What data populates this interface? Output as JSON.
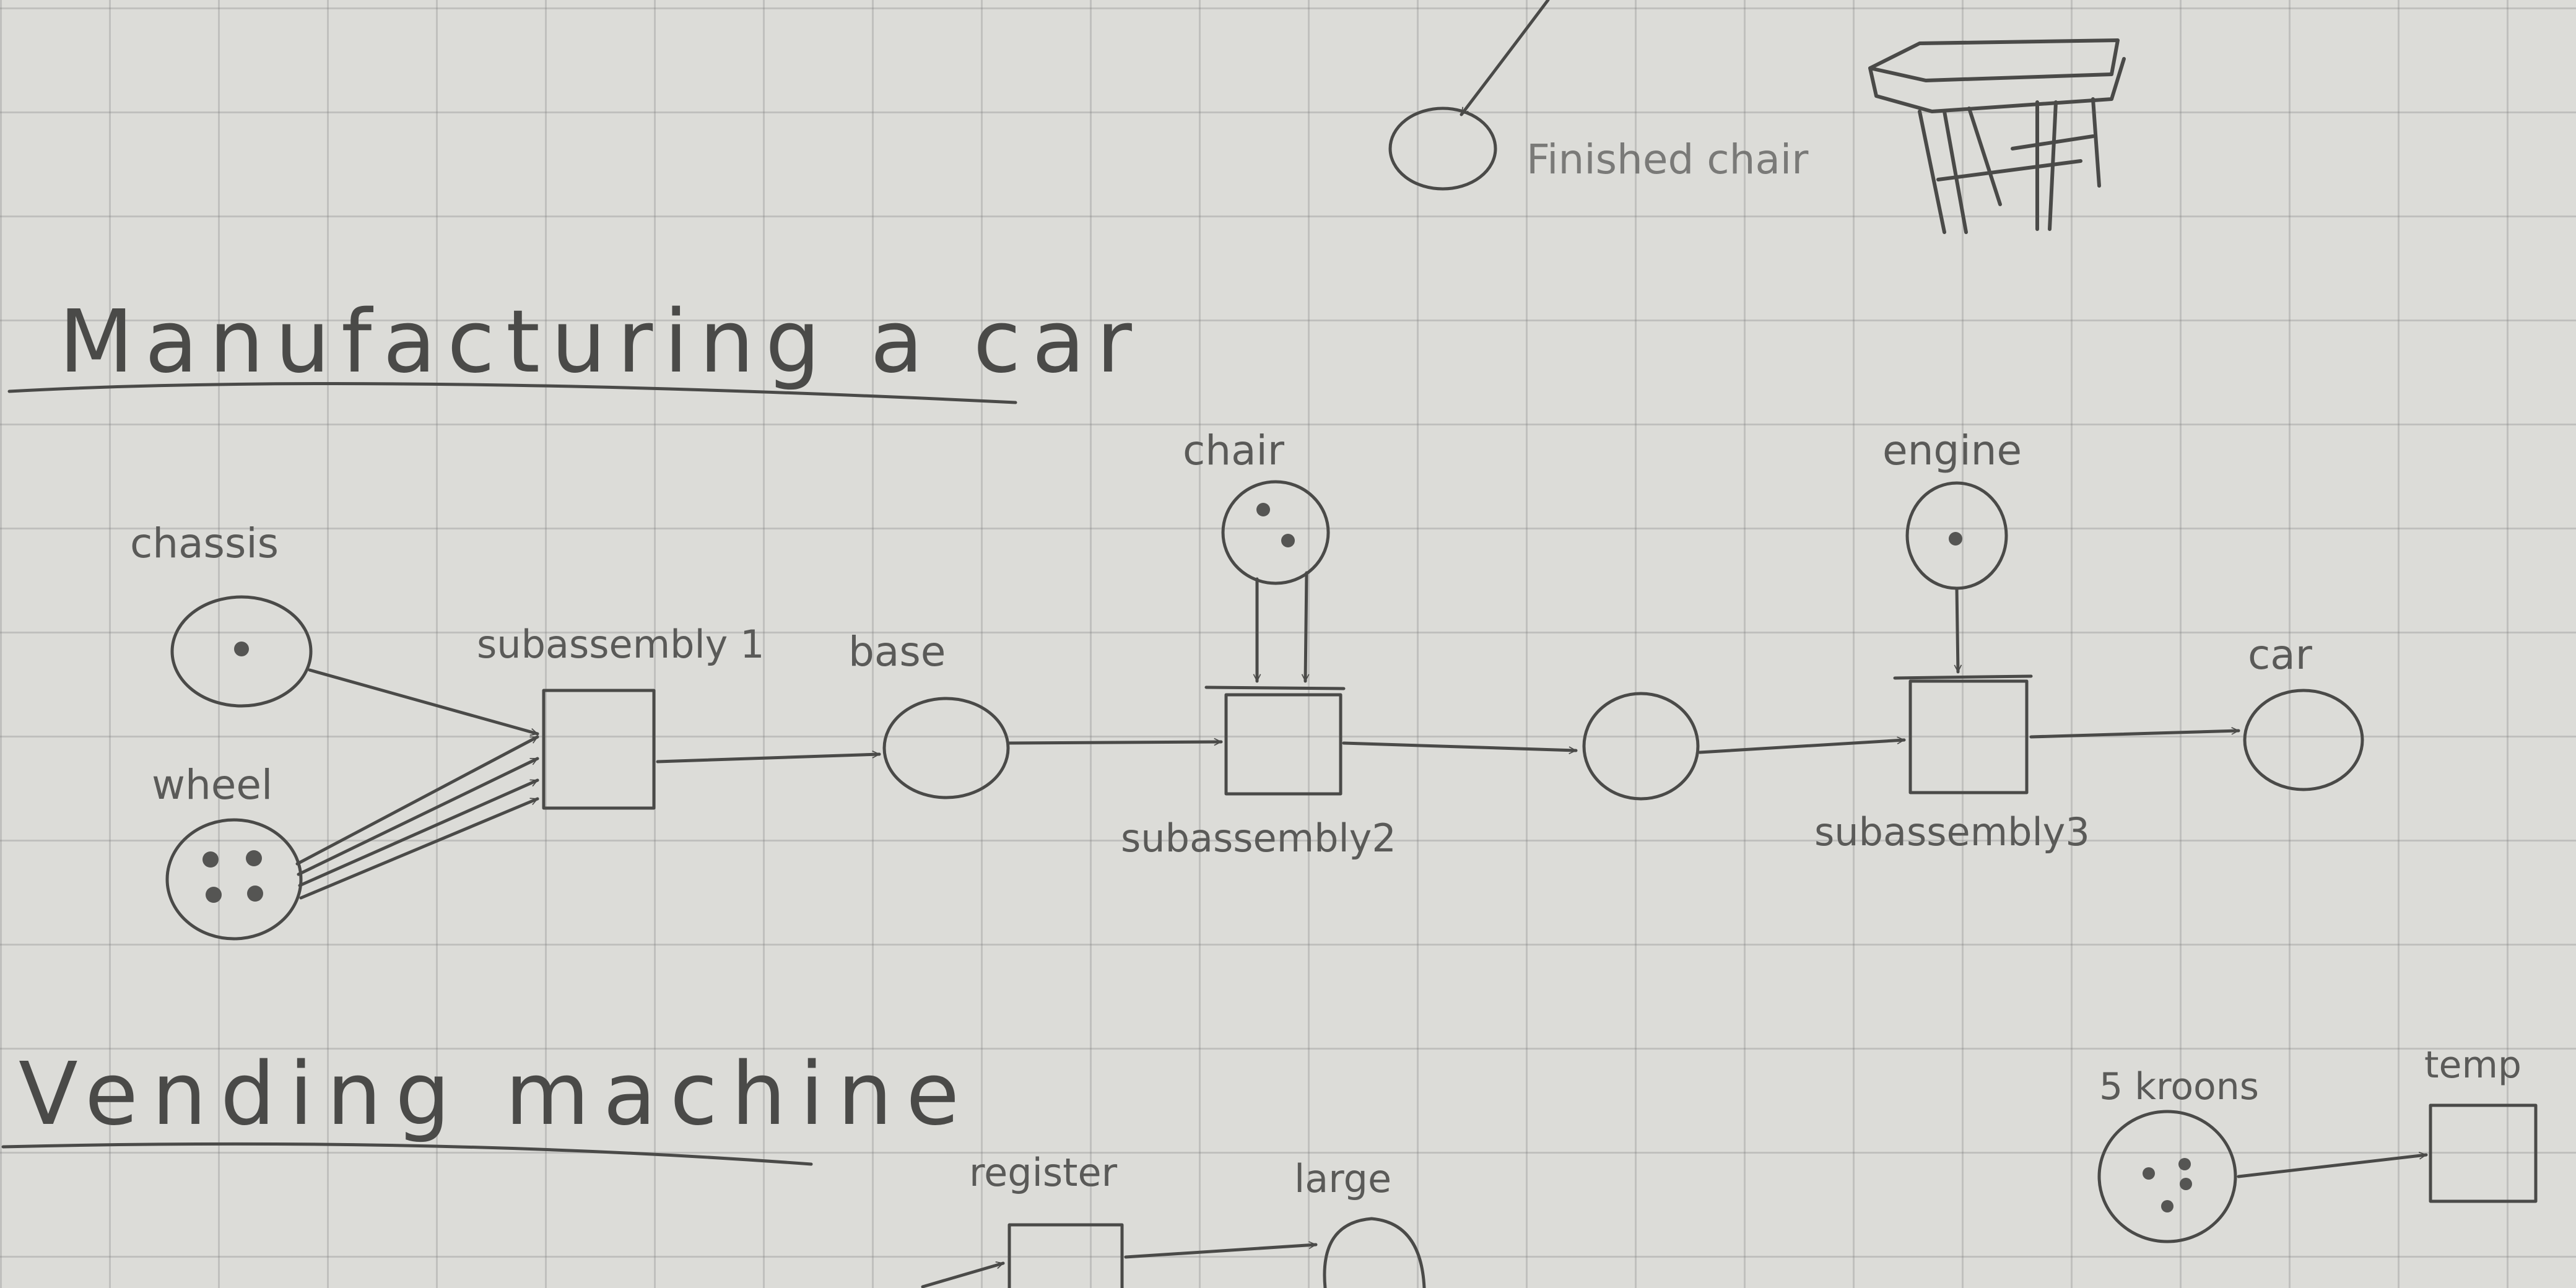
{
  "section_top": {
    "caption": "Finished chair"
  },
  "section_car": {
    "title": "Manufacturing a car",
    "places": {
      "chassis": "chassis",
      "wheel": "wheel",
      "chair": "chair",
      "engine": "engine",
      "base": "base",
      "car": "car"
    },
    "transitions": {
      "t1": "subassembly 1",
      "t2": "subassembly2",
      "t3": "subassembly3"
    }
  },
  "section_vending": {
    "title": "Vending machine",
    "labels": {
      "register": "register",
      "large": "large",
      "coins": "5 kroons",
      "temp": "temp"
    }
  },
  "colors": {
    "paper": "#dcdcd8",
    "grid": "#8a8a8a",
    "ink": "#4a4a48"
  }
}
